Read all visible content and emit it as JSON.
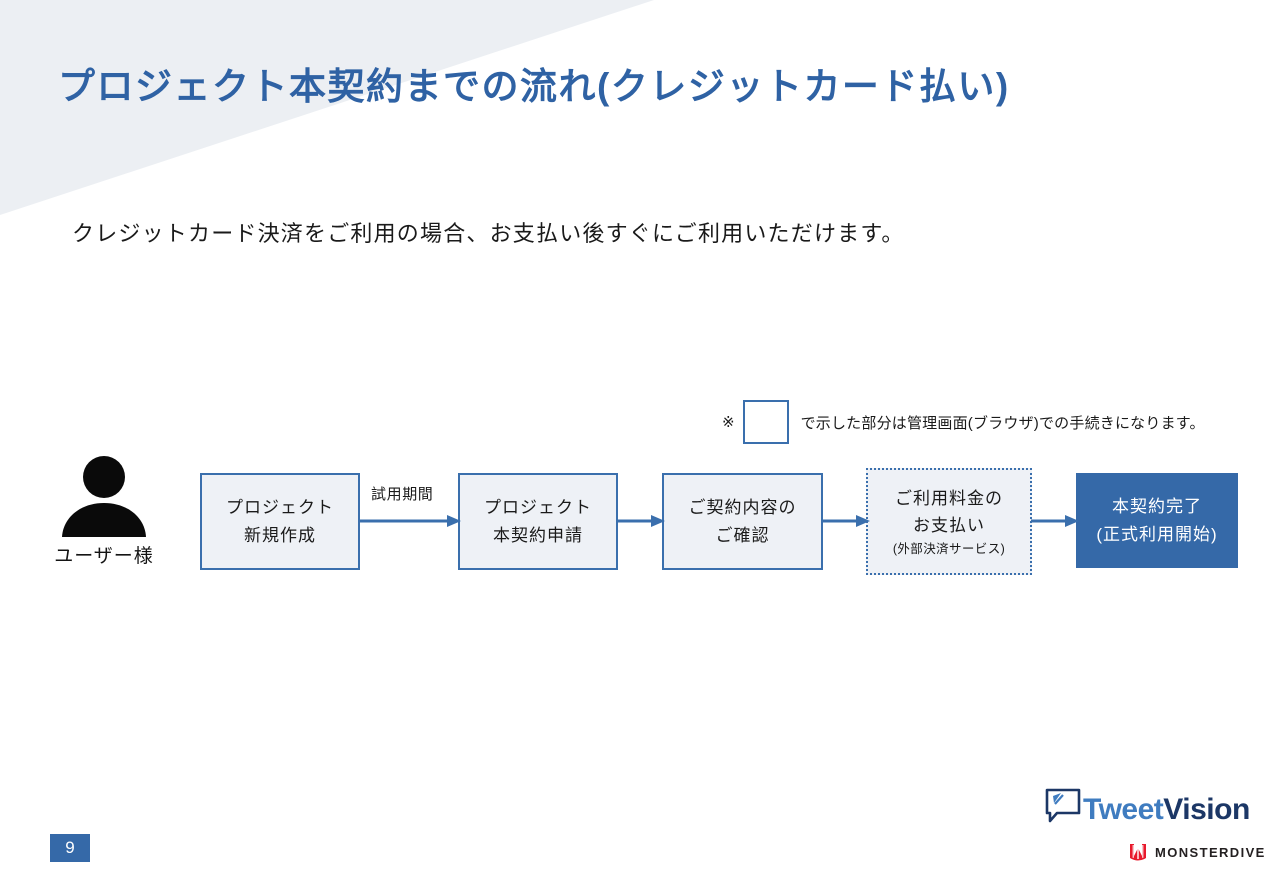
{
  "slide": {
    "title": "プロジェクト本契約までの流れ(クレジットカード払い)",
    "lead": "クレジットカード決済をご利用の場合、お支払い後すぐにご利用いただけます。",
    "page_number": "9"
  },
  "legend": {
    "mark": "※",
    "text": "で示した部分は管理画面(ブラウザ)での手続きになります。",
    "swatch_border_color": "#3a6fad",
    "swatch_fill_color": "#ffffff"
  },
  "flow": {
    "persona": {
      "label": "ユーザー様",
      "icon": "user-person-icon"
    },
    "steps": [
      {
        "id": "step1",
        "style": "solid",
        "lines": [
          "プロジェクト",
          "新規作成"
        ],
        "sub": ""
      },
      {
        "id": "step2",
        "style": "solid",
        "lines": [
          "プロジェクト",
          "本契約申請"
        ],
        "sub": ""
      },
      {
        "id": "step3",
        "style": "solid",
        "lines": [
          "ご契約内容の",
          "ご確認"
        ],
        "sub": ""
      },
      {
        "id": "step4",
        "style": "dotted",
        "lines": [
          "ご利用料金の",
          "お支払い"
        ],
        "sub": "(外部決済サービス)"
      },
      {
        "id": "step5",
        "style": "filled",
        "lines": [
          "本契約完了",
          "(正式利用開始)"
        ],
        "sub": ""
      }
    ],
    "arrow_label": "試用期間",
    "arrow_color": "#3a6fad"
  },
  "logos": {
    "tweetvision": {
      "part1": "Tweet",
      "part2": "Vision",
      "icon": "speech-bubble-icon",
      "color1": "#3f7cc0",
      "color2": "#1c3766"
    },
    "monsterdive": {
      "word": "MONSTERDIVE",
      "icon": "monsterdive-m-icon",
      "mark_color": "#e8192c"
    }
  },
  "colors": {
    "accent_blue": "#3569a8",
    "border_blue": "#3a6fad",
    "box_fill": "#eef1f6",
    "wedge": "#eceff3",
    "title_blue": "#2f62a4"
  }
}
